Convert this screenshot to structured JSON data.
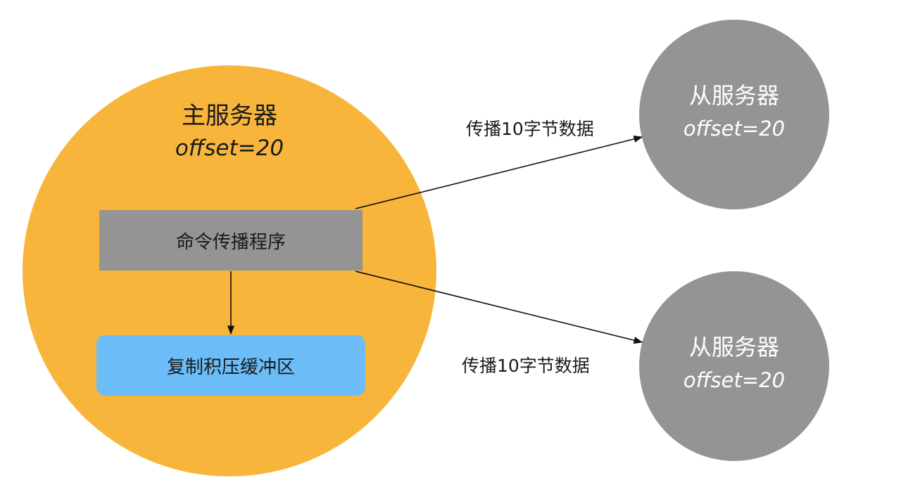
{
  "master": {
    "title": "主服务器",
    "offset": "offset=20",
    "propagator_label": "命令传播程序",
    "backlog_label": "复制积压缓冲区"
  },
  "slaves": [
    {
      "title": "从服务器",
      "offset": "offset=20"
    },
    {
      "title": "从服务器",
      "offset": "offset=20"
    }
  ],
  "edges": [
    {
      "label": "传播10字节数据"
    },
    {
      "label": "传播10字节数据"
    }
  ],
  "colors": {
    "master_fill": "#f8b53c",
    "slave_fill": "#949494",
    "propagator_fill": "#949494",
    "backlog_fill": "#6bbcf7"
  }
}
